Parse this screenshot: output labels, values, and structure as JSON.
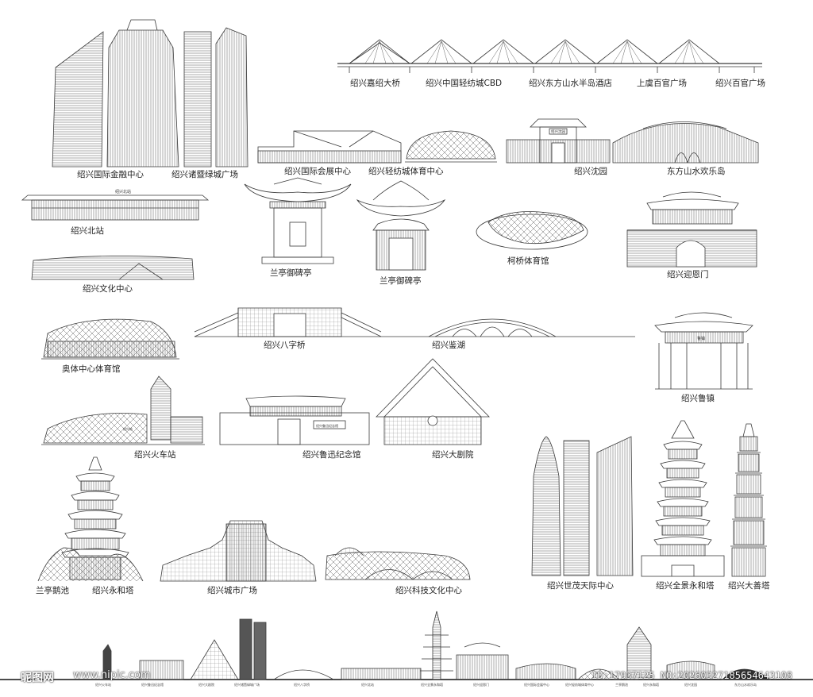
{
  "landmarks": [
    {
      "id": "jinrong",
      "label": "绍兴国际金融中心"
    },
    {
      "id": "zhuji",
      "label": "绍兴诸暨绿城广场"
    },
    {
      "id": "jiashao",
      "label": "绍兴嘉绍大桥"
    },
    {
      "id": "cbd",
      "label": "绍兴中国轻纺城CBD"
    },
    {
      "id": "bandao",
      "label": "绍兴东方山水半岛酒店"
    },
    {
      "id": "shangyu",
      "label": "上虞百官广场"
    },
    {
      "id": "baiguan",
      "label": "绍兴百官广场"
    },
    {
      "id": "huizhan",
      "label": "绍兴国际会展中心"
    },
    {
      "id": "qingfang",
      "label": "绍兴轻纺城体育中心"
    },
    {
      "id": "shenyuan",
      "label": "绍兴沈园"
    },
    {
      "id": "huanle",
      "label": "东方山水欢乐岛"
    },
    {
      "id": "beizhan",
      "label": "绍兴北站"
    },
    {
      "id": "lanting1",
      "label": "兰亭御碑亭"
    },
    {
      "id": "lanting2",
      "label": "兰亭御碑亭"
    },
    {
      "id": "keqiao",
      "label": "柯桥体育馆"
    },
    {
      "id": "yingen",
      "label": "绍兴迎恩门"
    },
    {
      "id": "wenhua",
      "label": "绍兴文化中心"
    },
    {
      "id": "aoti",
      "label": "奥体中心体育馆"
    },
    {
      "id": "bazi",
      "label": "绍兴八字桥"
    },
    {
      "id": "jianhu",
      "label": "绍兴鉴湖"
    },
    {
      "id": "luzhen",
      "label": "绍兴鲁镇"
    },
    {
      "id": "huoche",
      "label": "绍兴火车站"
    },
    {
      "id": "luxun",
      "label": "绍兴鲁迅纪念馆"
    },
    {
      "id": "juyuan",
      "label": "绍兴大剧院"
    },
    {
      "id": "shimao",
      "label": "绍兴世茂天际中心"
    },
    {
      "id": "quanjing",
      "label": "绍兴全景永和塔"
    },
    {
      "id": "dashan",
      "label": "绍兴大善塔"
    },
    {
      "id": "echi",
      "label": "兰亭鹅池"
    },
    {
      "id": "yonghe",
      "label": "绍兴永和塔"
    },
    {
      "id": "chengshi",
      "label": "绍兴城市广场"
    },
    {
      "id": "keji",
      "label": "绍兴科技文化中心"
    }
  ],
  "sign_text": {
    "beizhan_sign": "绍兴北站",
    "shenyuan_sign": "绍兴沈园",
    "luzhen_sign": "鲁镇",
    "luxun_sign": "绍兴鲁迅纪念馆",
    "huoche_sign": "绍兴站"
  },
  "skyline_labels": [
    "绍兴火车站",
    "绍兴鲁迅纪念馆",
    "绍兴大剧院",
    "绍兴诸暨绿城广场",
    "绍兴八字桥",
    "绍兴北站",
    "绍兴全景永和塔",
    "绍兴迎恩门",
    "绍兴国际会展中心",
    "绍兴轻纺城体育中心",
    "兰亭鹅池",
    "绍兴永和塔",
    "绍兴沈园",
    "东方山水欢乐岛"
  ],
  "watermark": {
    "logo": "昵图网",
    "site": "www.nipic.com",
    "id_text": "ID:17937125 NO:20260327185654643108"
  },
  "colors": {
    "line": "#3a3a3a",
    "fill": "#ffffff",
    "dark": "#333333"
  }
}
